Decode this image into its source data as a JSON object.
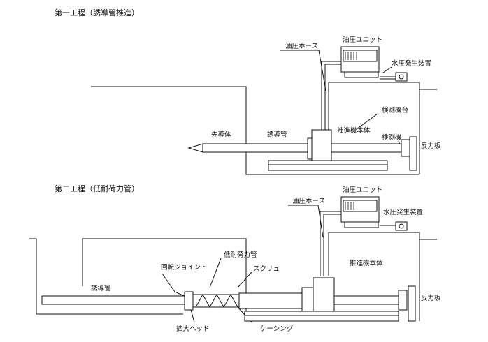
{
  "stage1": {
    "title": "第一工程（誘導管推進）",
    "labels": {
      "hydraulic_unit": "油圧ユニット",
      "hydraulic_hose": "油圧ホース",
      "water_pressure_generator": "水圧発生装置",
      "inspection_stand": "検測機台",
      "pilot_body": "先導体",
      "guide_pipe": "誘導管",
      "jacking_machine_body": "推進機本体",
      "inspection_machine": "検測機",
      "reaction_plate": "反力板"
    }
  },
  "stage2": {
    "title": "第二工程（低耐荷力管）",
    "labels": {
      "hydraulic_unit": "油圧ユニット",
      "hydraulic_hose": "油圧ホース",
      "water_pressure_generator": "水圧発生装置",
      "low_load_pipe": "低耐荷力管",
      "rotary_joint": "回転ジョイント",
      "screw": "スクリュ",
      "jacking_machine_body": "推進機本体",
      "guide_pipe": "誘導管",
      "expansion_head": "拡大ヘッド",
      "casing": "ケーシング",
      "reaction_plate": "反力板"
    }
  }
}
